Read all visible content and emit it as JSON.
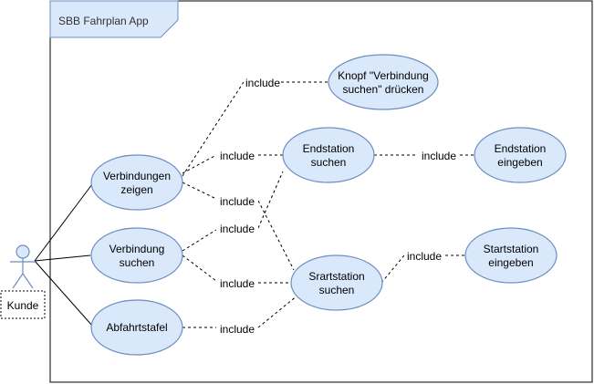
{
  "system_label": "SBB Fahrplan App",
  "actor": {
    "label": "Kunde"
  },
  "use_cases": {
    "verbindungen_zeigen": [
      "Verbindungen",
      "zeigen"
    ],
    "verbindung_suchen": [
      "Verbindung",
      "suchen"
    ],
    "abfahrtstafel": [
      "Abfahrtstafel"
    ],
    "knopf_druecken": [
      "Knopf \"Verbindung",
      "suchen\" drücken"
    ],
    "endstation_suchen": [
      "Endstation",
      "suchen"
    ],
    "startstation_suchen": [
      "Srartstation",
      "suchen"
    ],
    "endstation_eingeben": [
      "Endstation",
      "eingeben"
    ],
    "startstation_eingeben": [
      "Startstation",
      "eingeben"
    ]
  },
  "relation_label": "include",
  "colors": {
    "ellipse_fill": "#dae8fc",
    "ellipse_stroke": "#6c8ebf",
    "line": "#000000",
    "actor_fill": "#dae8fc"
  }
}
